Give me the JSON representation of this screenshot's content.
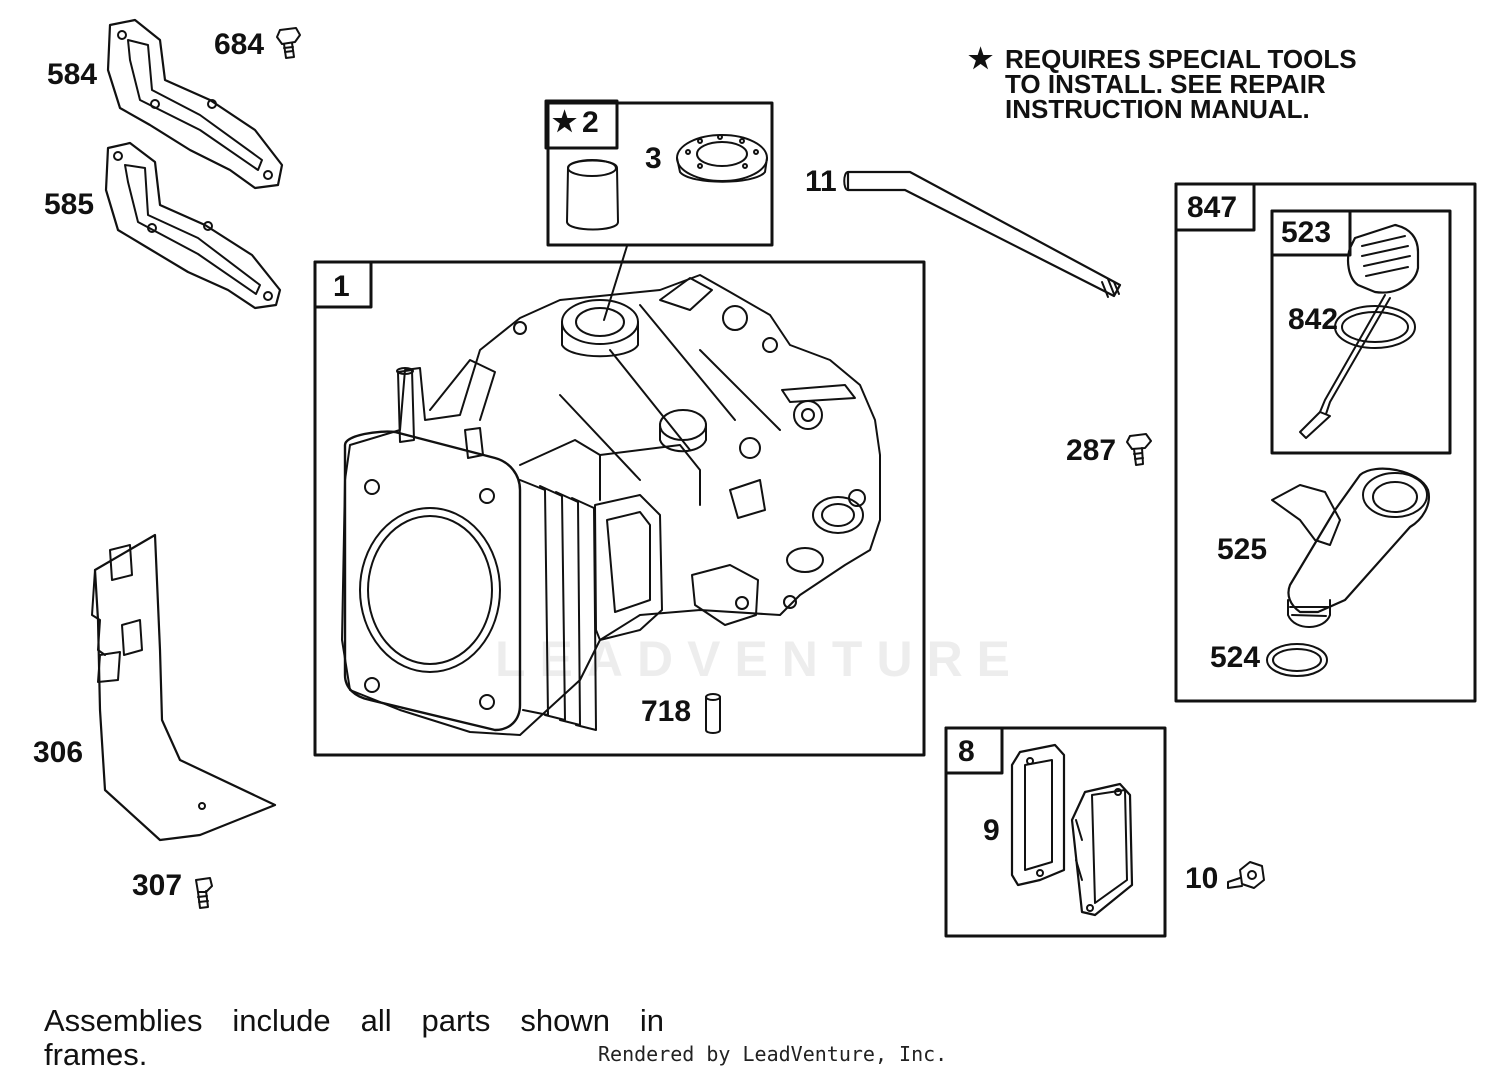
{
  "note": {
    "star": "★",
    "lines": [
      "REQUIRES SPECIAL TOOLS",
      "TO INSTALL.  SEE REPAIR",
      "INSTRUCTION MANUAL."
    ]
  },
  "frames": {
    "f1": "1",
    "f2_star": "★",
    "f2": "2",
    "f8": "8",
    "f847": "847",
    "f523": "523"
  },
  "parts": {
    "p584": "584",
    "p684": "684",
    "p585": "585",
    "p3": "3",
    "p11": "11",
    "p842": "842",
    "p287": "287",
    "p525": "525",
    "p524": "524",
    "p718": "718",
    "p306": "306",
    "p307": "307",
    "p9": "9",
    "p10": "10"
  },
  "footer": "Assemblies include all parts shown in frames.",
  "credit": "Rendered by LeadVenture, Inc.",
  "watermark": "LEADVENTURE"
}
